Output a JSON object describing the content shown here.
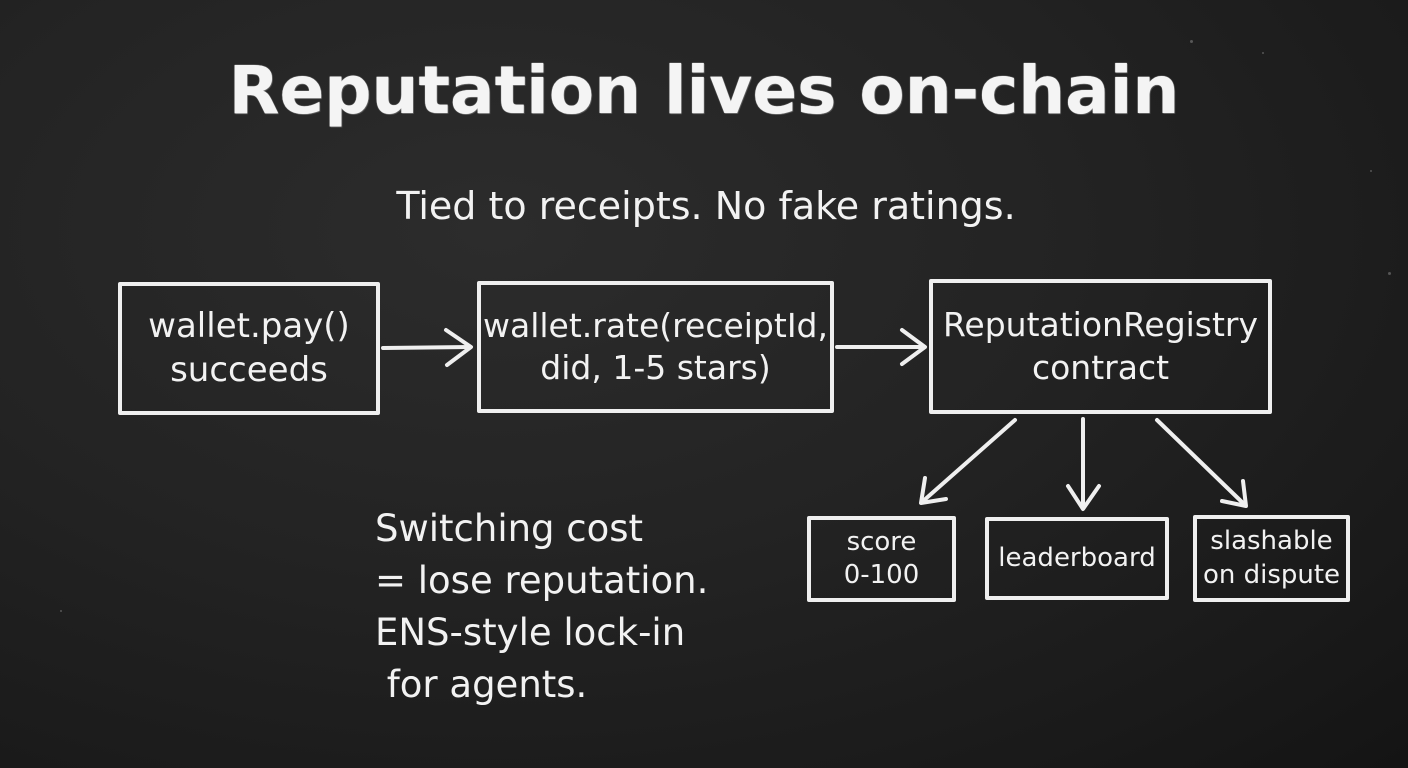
{
  "title": "Reputation lives on-chain",
  "subtitle": "Tied to receipts. No fake ratings.",
  "flow": {
    "pay": {
      "line1": "wallet.pay()",
      "line2": "succeeds"
    },
    "rate": {
      "line1": "wallet.rate(receiptId,",
      "line2": "did, 1-5 stars)"
    },
    "registry": {
      "line1": "ReputationRegistry",
      "line2": "contract"
    }
  },
  "outputs": {
    "score": {
      "line1": "score",
      "line2": "0-100"
    },
    "leaderboard": {
      "line1": "leaderboard"
    },
    "slashable": {
      "line1": "slashable",
      "line2": "on dispute"
    }
  },
  "note": {
    "line1": "Switching cost",
    "line2": "= lose reputation.",
    "line3": "ENS-style lock-in",
    "line4": " for agents."
  },
  "colors": {
    "chalk": "#efefef",
    "board": "#1c1c1c"
  }
}
